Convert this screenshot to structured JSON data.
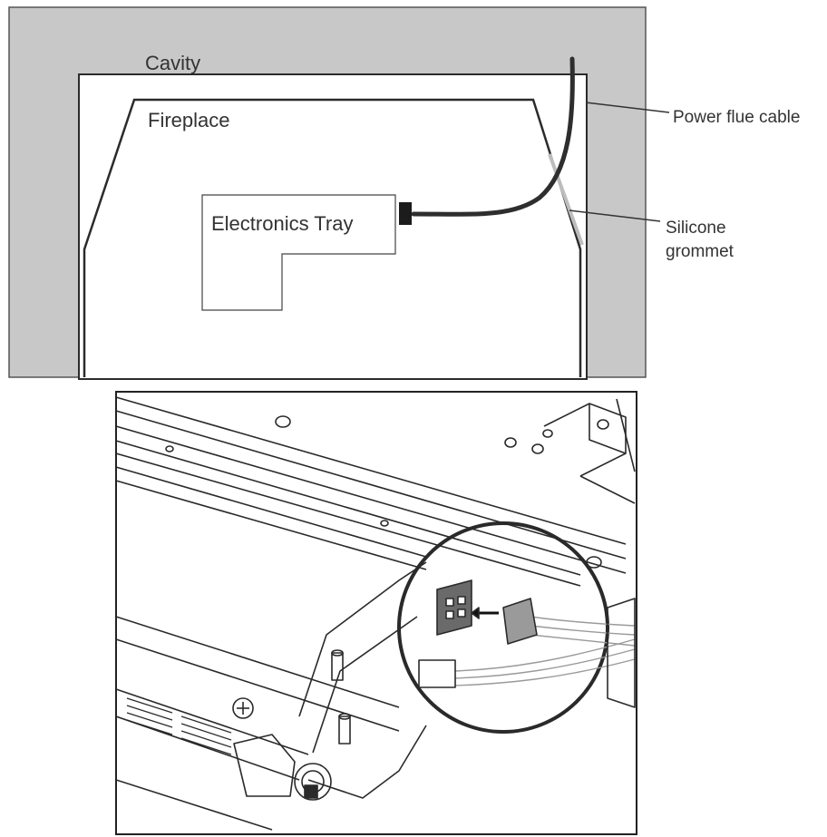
{
  "top_diagram": {
    "labels": {
      "cavity": "Cavity",
      "fireplace": "Fireplace",
      "electronics_tray": "Electronics Tray",
      "power_flue_cable": "Power flue cable",
      "silicone_grommet_line1": "Silicone",
      "silicone_grommet_line2": "grommet"
    },
    "colors": {
      "cavity_fill": "#c8c8c8",
      "outline": "#2b2b2b",
      "cable": "#2e2e2e",
      "grommet": "#bdbdbd"
    }
  },
  "bottom_diagram": {
    "description_icon": "connector-detail-illustration"
  }
}
